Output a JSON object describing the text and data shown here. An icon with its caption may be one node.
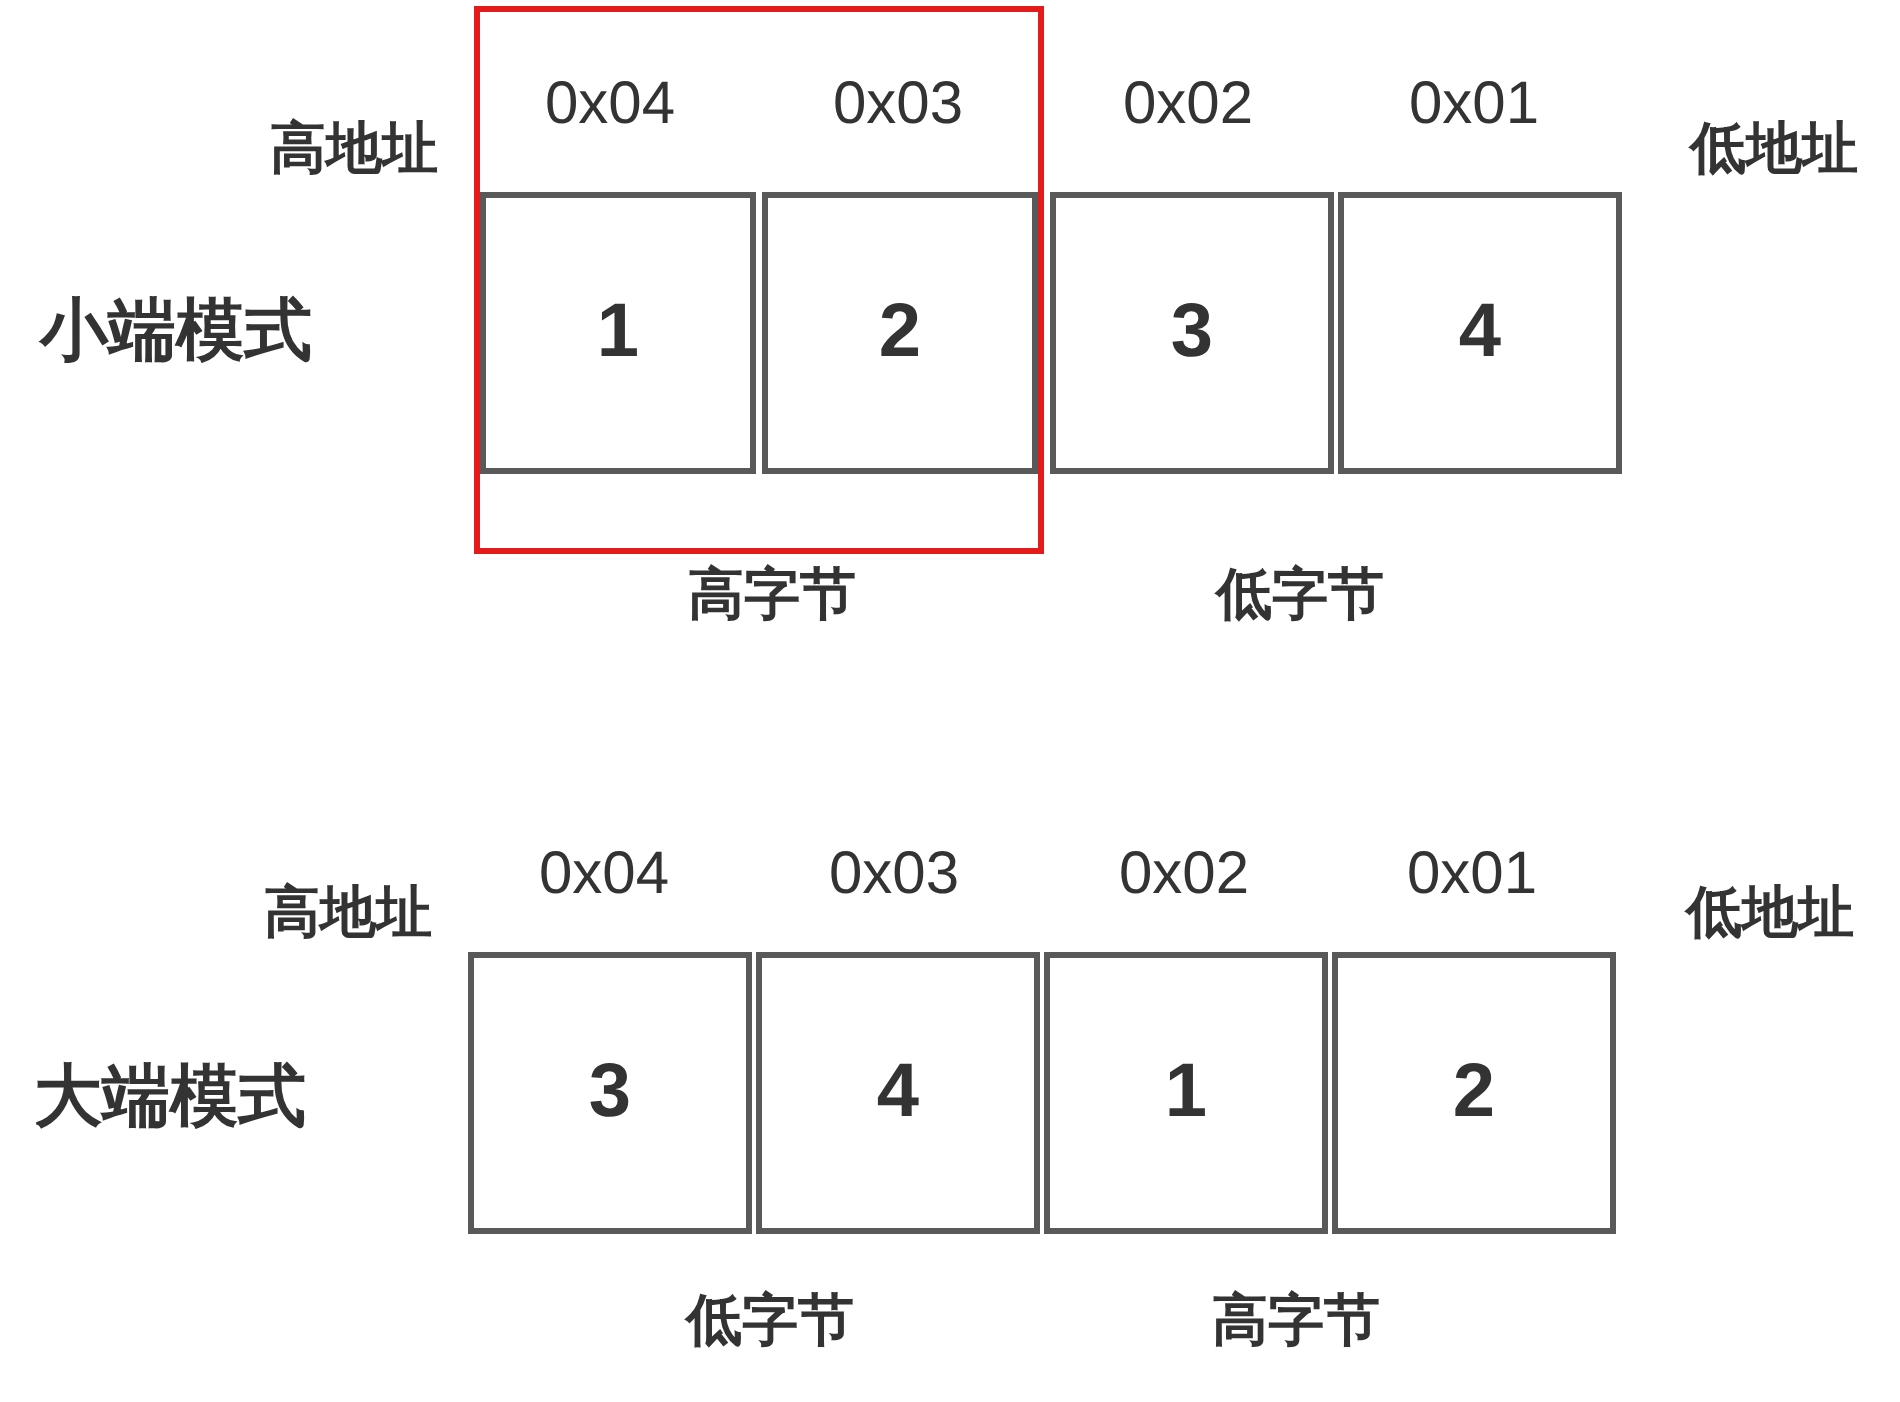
{
  "diagram": {
    "nodes": [
      {
        "text": [],
        "shape": "box"
      },
      {
        "text": [
          "1"
        ],
        "in": 0,
        "beside": [
          "0x04"
        ]
      },
      {
        "text": [
          "2"
        ],
        "in": 0,
        "beside": [
          "0x03"
        ]
      },
      {
        "text": [
          "3"
        ],
        "beside": [
          "0x02"
        ]
      },
      {
        "text": [
          "4"
        ],
        "beside": [
          "0x01"
        ]
      },
      {
        "text": [
          "3"
        ],
        "beside": [
          "0x04"
        ]
      },
      {
        "text": [
          "4"
        ],
        "beside": [
          "0x03"
        ]
      },
      {
        "text": [
          "1"
        ],
        "beside": [
          "0x02"
        ]
      },
      {
        "text": [
          "2"
        ],
        "beside": [
          "0x01"
        ]
      }
    ],
    "labels": [
      "高地址",
      "低地址",
      "小端模式",
      "高字节",
      "低字节",
      "高地址",
      "低地址",
      "大端模式",
      "低字节",
      "高字节"
    ]
  }
}
